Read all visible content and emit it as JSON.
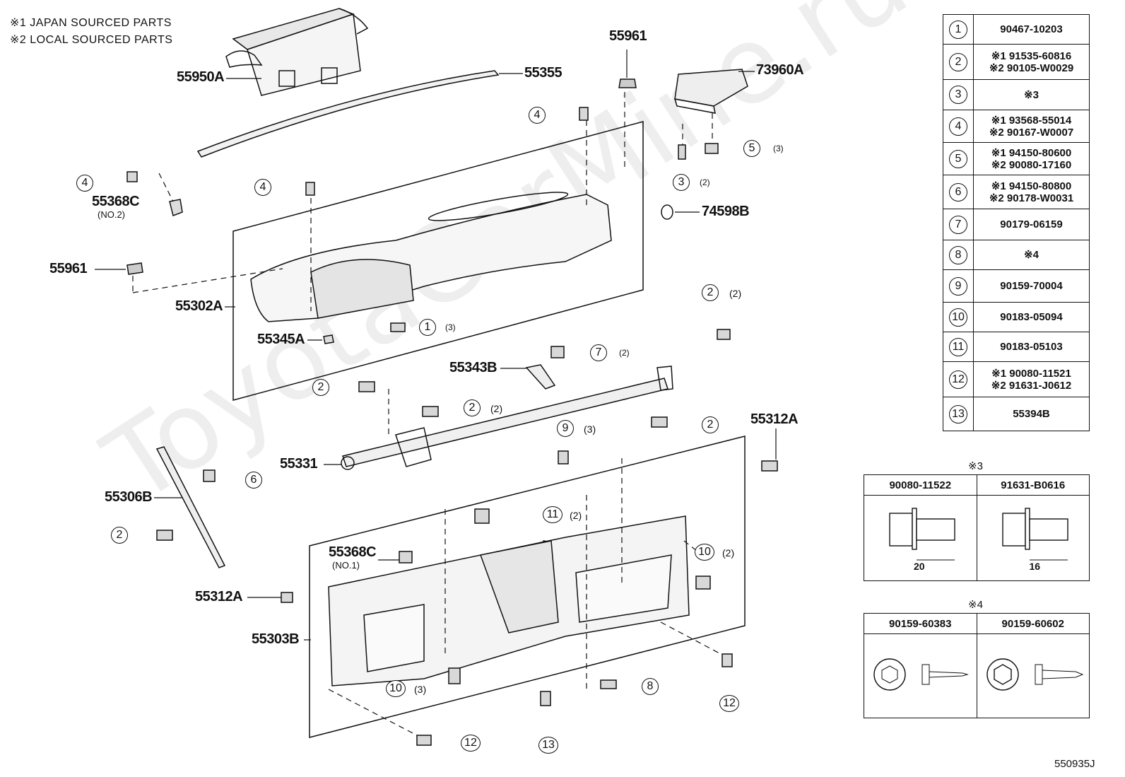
{
  "notes": [
    "※1 JAPAN SOURCED PARTS",
    "※2 LOCAL SOURCED PARTS"
  ],
  "watermark": "ToyotaCarMine.ru",
  "labels": {
    "p55950A": "55950A",
    "p55355": "55355",
    "p55961_top": "55961",
    "p73960A": "73960A",
    "p55368C_2": "55368C",
    "no2": "(NO.2)",
    "p74598B": "74598B",
    "p55961_left": "55961",
    "p55302A": "55302A",
    "p55345A": "55345A",
    "p55343B": "55343B",
    "p55312A_right": "55312A",
    "p55331": "55331",
    "p55306B": "55306B",
    "p55368C_1": "55368C",
    "no1": "(NO.1)",
    "p55312A_left": "55312A",
    "p55303B": "55303B",
    "diagram_id": "550935J"
  },
  "callouts": {
    "c4_top": "4",
    "c4_left": "4",
    "c4_mid": "4",
    "c5": "5",
    "q5": "(3)",
    "c3": "3",
    "q3": "(2)",
    "c1": "1",
    "q1": "(3)",
    "c2_right": "2",
    "q2_right": "(2)",
    "c7": "7",
    "q7": "(2)",
    "c2_a": "2",
    "c2_b": "2",
    "q2_b": "(2)",
    "c2_c": "2",
    "c9": "9",
    "q9": "(3)",
    "c6": "6",
    "c2_d": "2",
    "c11": "11",
    "q11": "(2)",
    "c10_right": "10",
    "q10_right": "(2)",
    "c10_bottom": "10",
    "q10_bottom": "(3)",
    "c8": "8",
    "c12_right": "12",
    "c12_bottom": "12",
    "c13": "13"
  },
  "ref_table": [
    {
      "num": "1",
      "parts": [
        "90467-10203"
      ]
    },
    {
      "num": "2",
      "parts": [
        "※1 91535-60816",
        "※2 90105-W0029"
      ]
    },
    {
      "num": "3",
      "parts": [
        "※3"
      ]
    },
    {
      "num": "4",
      "parts": [
        "※1 93568-55014",
        "※2 90167-W0007"
      ]
    },
    {
      "num": "5",
      "parts": [
        "※1 94150-80600",
        "※2 90080-17160"
      ]
    },
    {
      "num": "6",
      "parts": [
        "※1 94150-80800",
        "※2 90178-W0031"
      ]
    },
    {
      "num": "7",
      "parts": [
        "90179-06159"
      ]
    },
    {
      "num": "8",
      "parts": [
        "※4"
      ]
    },
    {
      "num": "9",
      "parts": [
        "90159-70004"
      ]
    },
    {
      "num": "10",
      "parts": [
        "90183-05094"
      ]
    },
    {
      "num": "11",
      "parts": [
        "90183-05103"
      ]
    },
    {
      "num": "12",
      "parts": [
        "※1 90080-11521",
        "※2 91631-J0612"
      ]
    },
    {
      "num": "13",
      "parts": [
        "55394B"
      ]
    }
  ],
  "note3": {
    "title": "※3",
    "col1": "90080-11522",
    "col2": "91631-B0616",
    "dim1": "20",
    "dim2": "16"
  },
  "note4": {
    "title": "※4",
    "col1": "90159-60383",
    "col2": "90159-60602"
  }
}
